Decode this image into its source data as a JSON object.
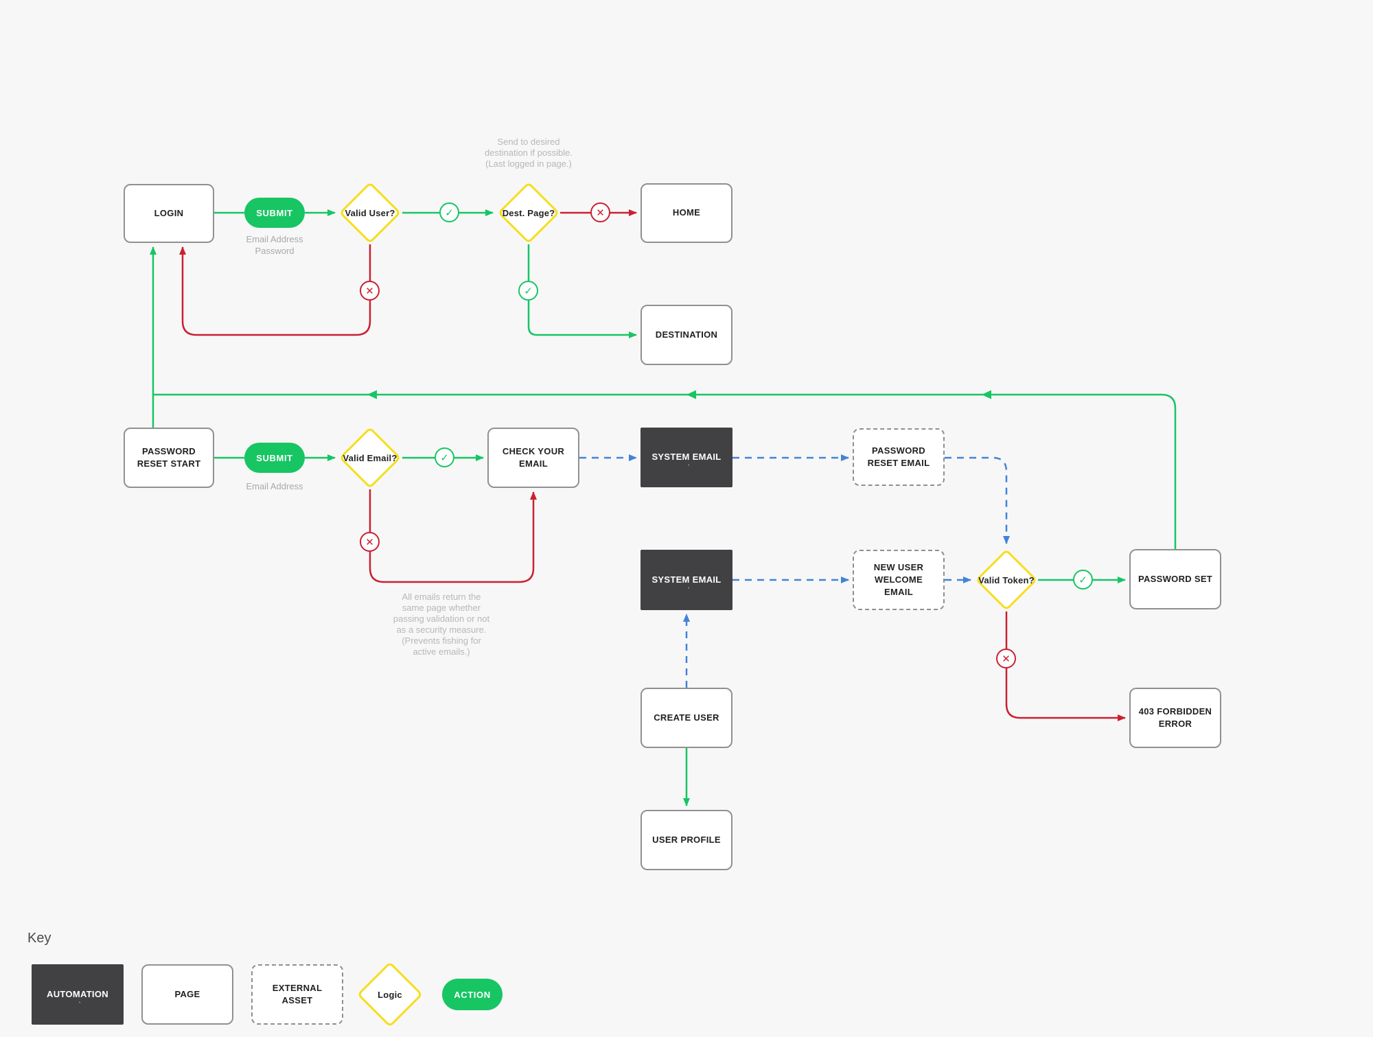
{
  "colors": {
    "background": "#f7f7f8",
    "green": "#17c563",
    "red": "#cb2030",
    "yellow": "#f6de1b",
    "blue": "#4183d7",
    "dark_box": "#414043",
    "box_border": "#909090"
  },
  "icons": {
    "check": "✓",
    "cross": "✕",
    "tick": "`"
  },
  "flow": {
    "login": "LOGIN",
    "submit_login": "SUBMIT",
    "submit_login_fields": "Email Address\nPassword",
    "valid_user": "Valid User?",
    "dest_page": "Dest. Page?",
    "dest_note": "Send to desired\ndestination if possible.\n(Last logged in page.)",
    "home": "HOME",
    "destination": "DESTINATION",
    "password_reset_start": "PASSWORD RESET START",
    "submit_reset": "SUBMIT",
    "submit_reset_fields": "Email Address",
    "valid_email": "Valid Email?",
    "check_your_email": "CHECK YOUR EMAIL",
    "system_email_1": "SYSTEM EMAIL",
    "password_reset_email": "PASSWORD RESET EMAIL",
    "system_email_2": "SYSTEM EMAIL",
    "new_user_welcome_email": "NEW USER WELCOME EMAIL",
    "valid_token": "Valid Token?",
    "password_set": "PASSWORD SET",
    "forbidden_error": "403 FORBIDDEN ERROR",
    "create_user": "CREATE USER",
    "user_profile": "USER PROFILE",
    "email_note": "All emails return the\nsame page whether\npassing validation or not\nas a security measure.\n(Prevents fishing for\nactive emails.)"
  },
  "key": {
    "title": "Key",
    "automation": "AUTOMATION",
    "page": "PAGE",
    "external_asset": "EXTERNAL ASSET",
    "logic": "Logic",
    "action": "ACTION"
  }
}
